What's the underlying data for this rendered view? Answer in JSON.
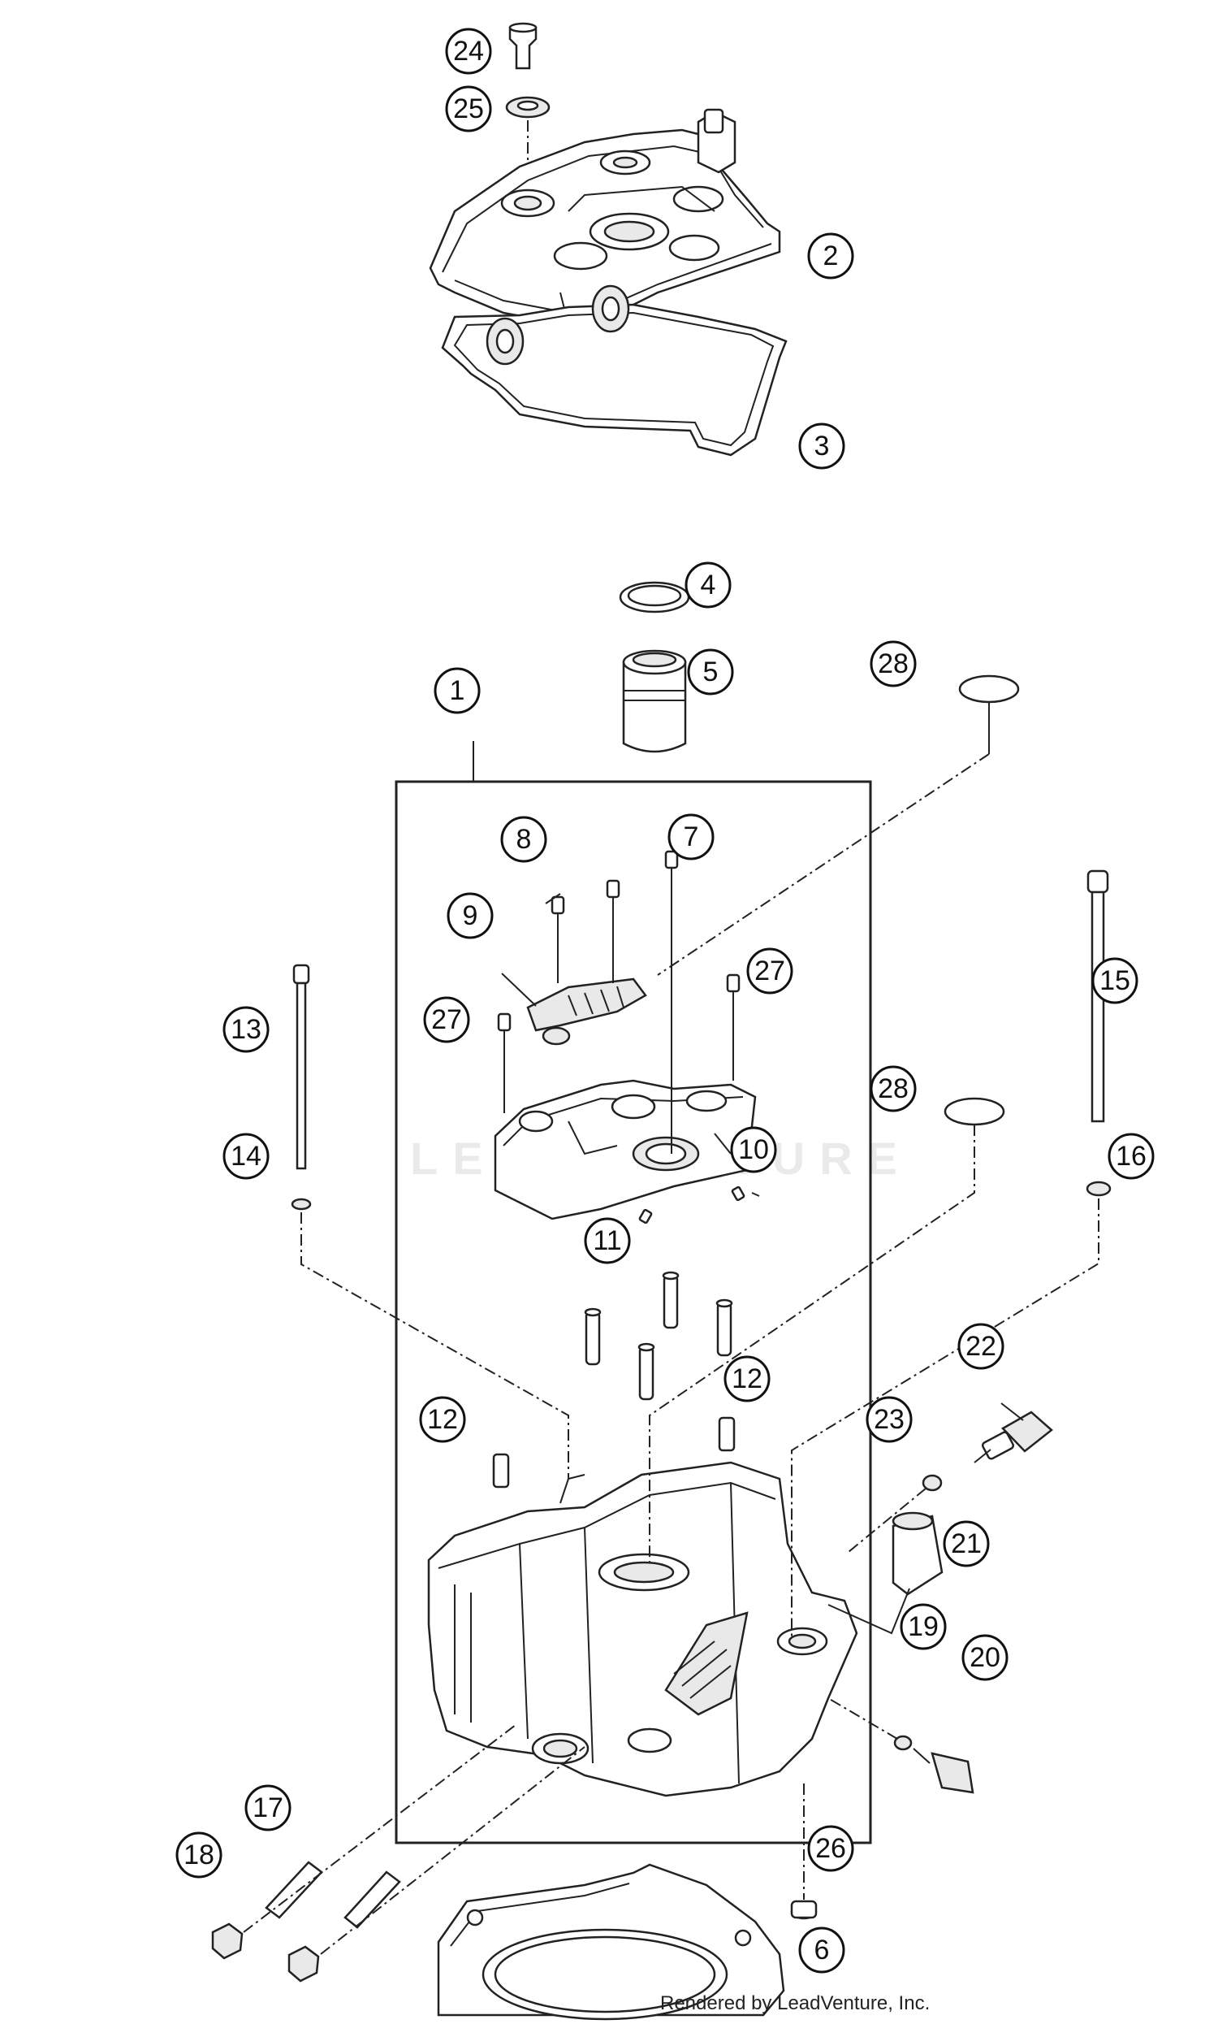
{
  "footer": {
    "credit": "Rendered by LeadVenture, Inc."
  },
  "callouts": [
    "1",
    "2",
    "3",
    "4",
    "5",
    "6",
    "7",
    "8",
    "9",
    "10",
    "11",
    "12",
    "13",
    "14",
    "15",
    "16",
    "17",
    "18",
    "19",
    "20",
    "21",
    "22",
    "23",
    "24",
    "25",
    "26",
    "27",
    "28"
  ],
  "labels": {
    "c1": "1",
    "c2": "2",
    "c3": "3",
    "c4": "4",
    "c5": "5",
    "c6": "6",
    "c7": "7",
    "c8": "8",
    "c9": "9",
    "c10": "10",
    "c11": "11",
    "c12a": "12",
    "c12b": "12",
    "c13": "13",
    "c14": "14",
    "c15": "15",
    "c16": "16",
    "c17": "17",
    "c18": "18",
    "c19": "19",
    "c20": "20",
    "c21": "21",
    "c22": "22",
    "c23": "23",
    "c24": "24",
    "c25": "25",
    "c26": "26",
    "c27a": "27",
    "c27b": "27",
    "c28a": "28",
    "c28b": "28"
  }
}
